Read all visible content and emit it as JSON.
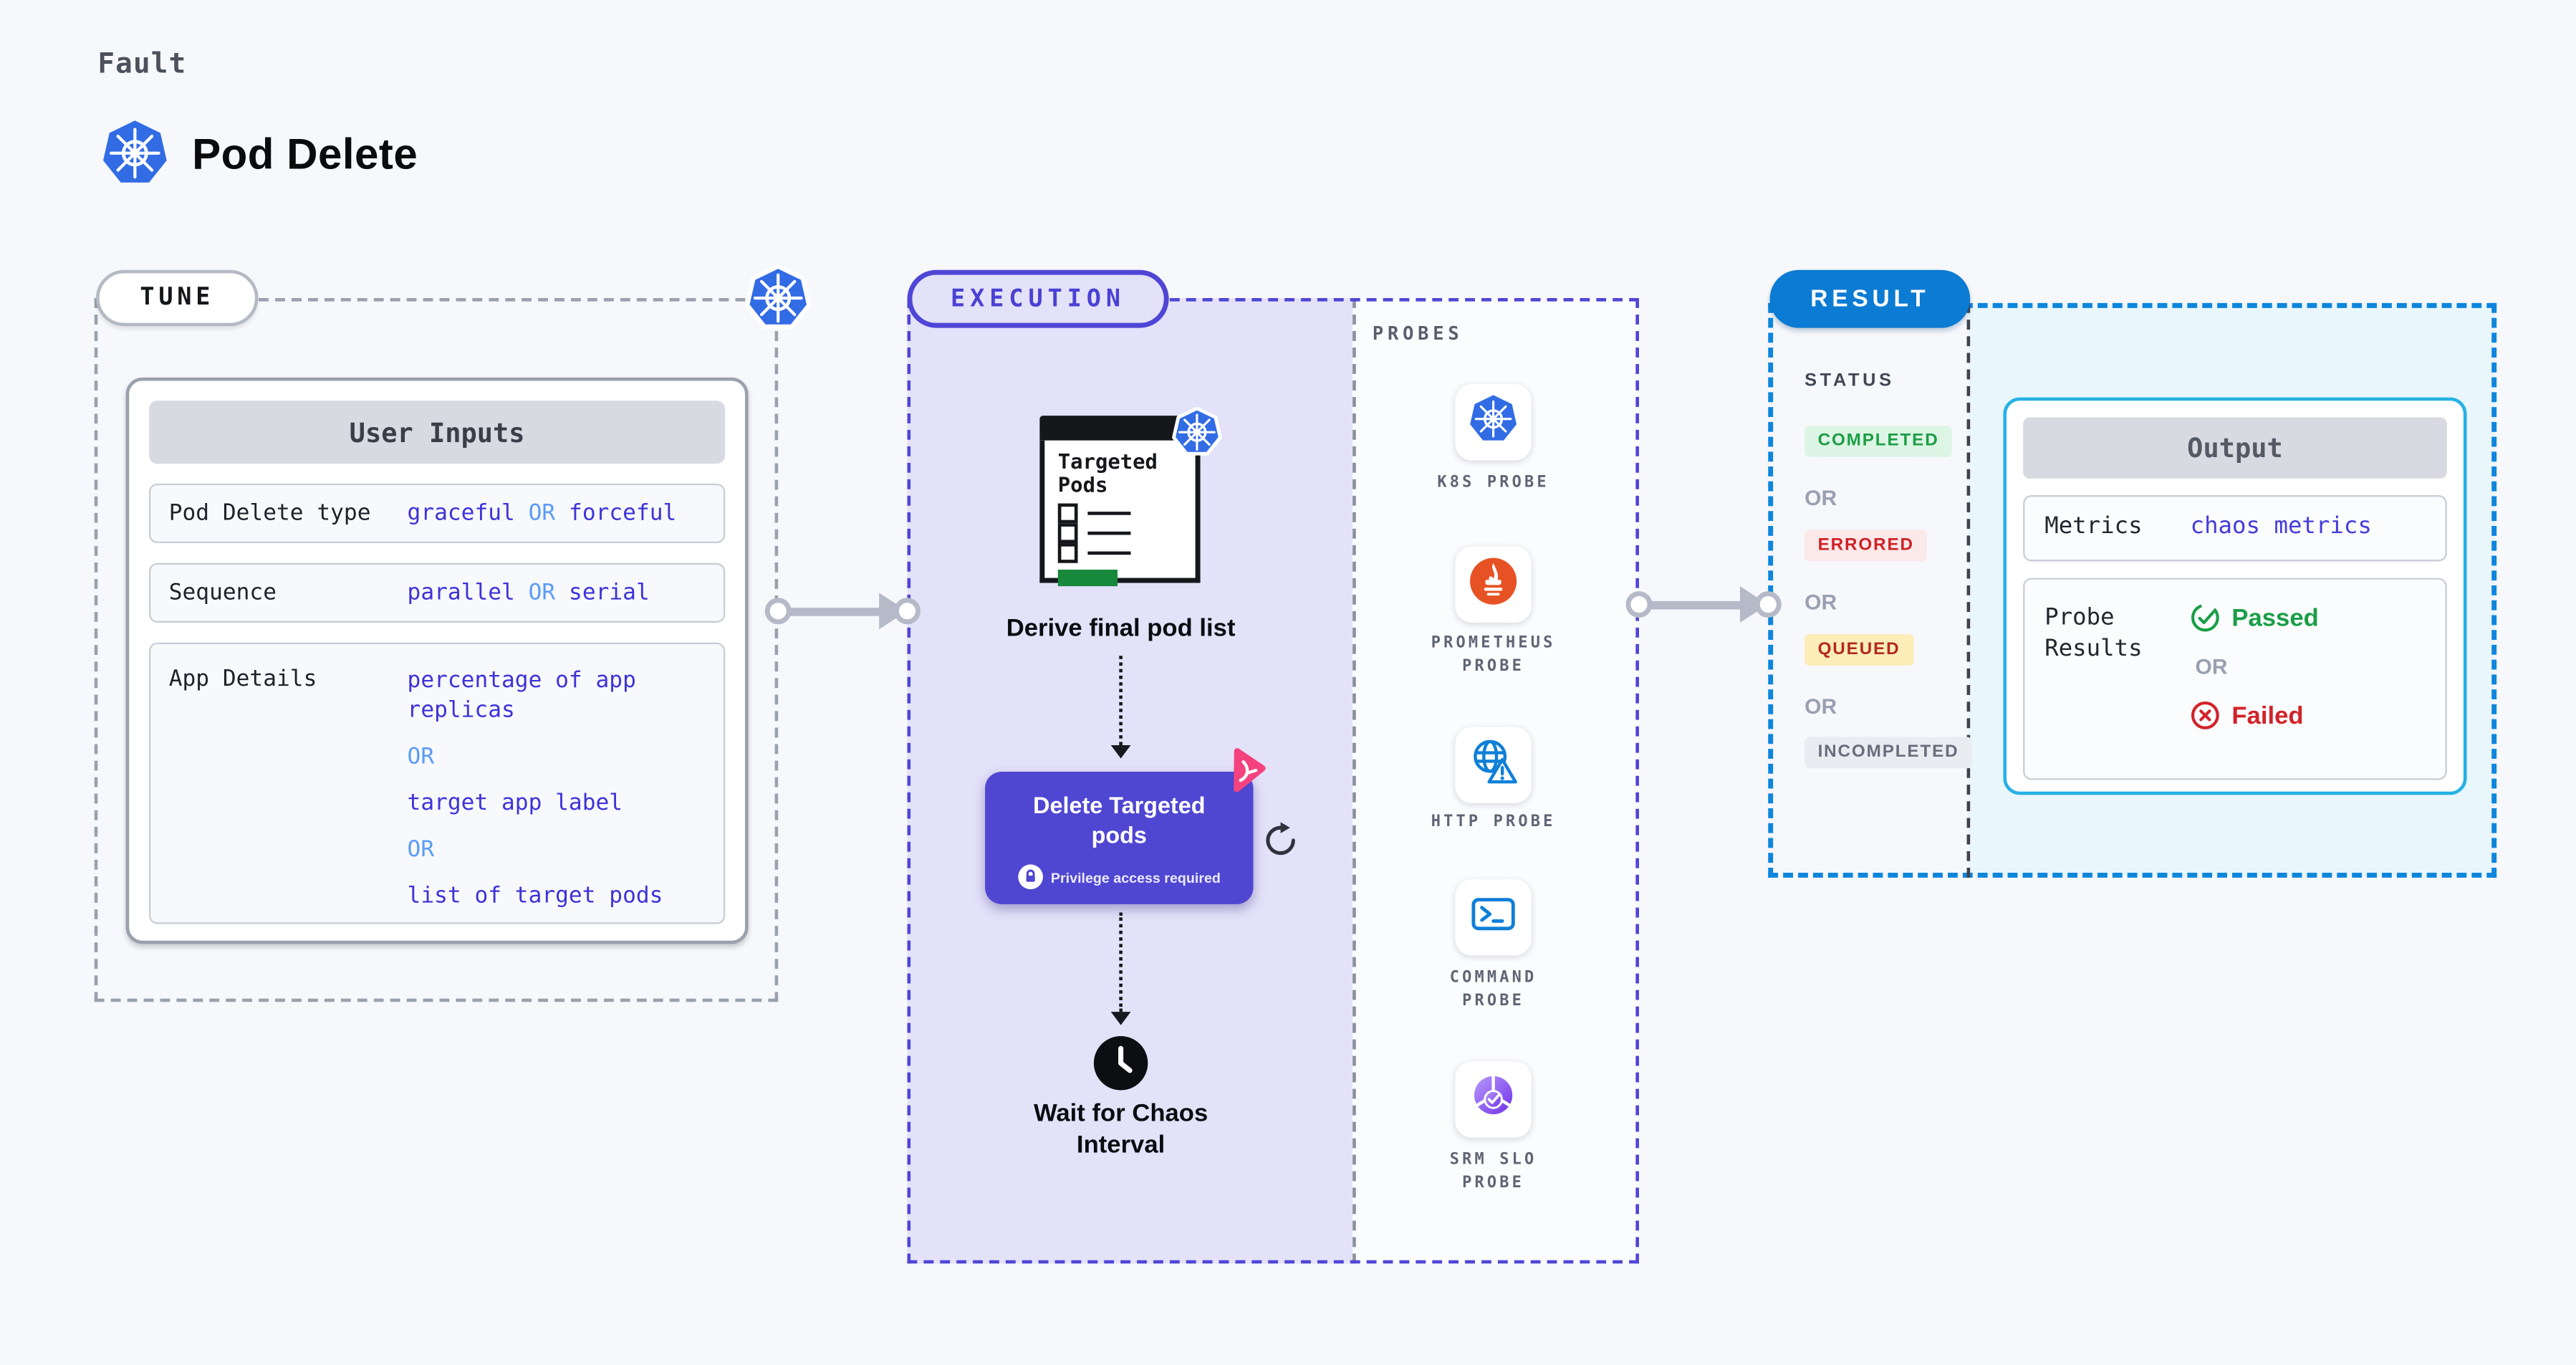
{
  "header": {
    "eyebrow": "Fault",
    "title": "Pod Delete"
  },
  "tune": {
    "badge": "TUNE",
    "panel_title": "User Inputs",
    "rows": {
      "type": {
        "label": "Pod Delete type",
        "v1": "graceful",
        "or": "OR",
        "v2": "forceful"
      },
      "sequence": {
        "label": "Sequence",
        "v1": "parallel",
        "or": "OR",
        "v2": "serial"
      },
      "app": {
        "label": "App Details",
        "v1": "percentage of app replicas",
        "or1": "OR",
        "v2": "target app label",
        "or2": "OR",
        "v3": "list of target pods"
      }
    }
  },
  "execution": {
    "badge": "EXECUTION",
    "doc_title": "Targeted Pods",
    "derive_label": "Derive final pod list",
    "delete_title": "Delete Targeted pods",
    "privilege_note": "Privilege access required",
    "wait_label": "Wait for Chaos Interval"
  },
  "probes": {
    "heading": "PROBES",
    "items": [
      {
        "icon": "kubernetes-icon",
        "label": "K8S PROBE"
      },
      {
        "icon": "prometheus-icon",
        "label": "PROMETHEUS PROBE"
      },
      {
        "icon": "http-globe-icon",
        "label": "HTTP PROBE"
      },
      {
        "icon": "terminal-icon",
        "label": "COMMAND PROBE"
      },
      {
        "icon": "srm-slo-icon",
        "label": "SRM SLO PROBE"
      }
    ]
  },
  "result": {
    "badge": "RESULT",
    "status_heading": "STATUS",
    "or": "OR",
    "statuses": [
      {
        "label": "COMPLETED",
        "color": "#1d9e46",
        "bg": "#ddf5e5"
      },
      {
        "label": "ERRORED",
        "color": "#cf2127",
        "bg": "#fbe9ea"
      },
      {
        "label": "QUEUED",
        "color": "#b3271f",
        "bg": "#fcedb9"
      },
      {
        "label": "INCOMPLETED",
        "color": "#686e7c",
        "bg": "#ebecf2"
      }
    ],
    "output": {
      "panel_title": "Output",
      "metrics_label": "Metrics",
      "metrics_value": "chaos metrics",
      "probe_results_label": "Probe Results",
      "passed": "Passed",
      "or": "OR",
      "failed": "Failed"
    }
  },
  "colors": {
    "kubernetes_blue": "#326ce5",
    "indigo_accent": "#4f46d6",
    "result_blue": "#0b7bd3",
    "output_border_cyan": "#27b1e5",
    "value_blue": "#3d33d9",
    "or_light_blue": "#5b9cf6",
    "prometheus_orange": "#e75225",
    "chaos_pink": "#f4427e",
    "success_green": "#1a9e47",
    "fail_red": "#d2232a"
  }
}
